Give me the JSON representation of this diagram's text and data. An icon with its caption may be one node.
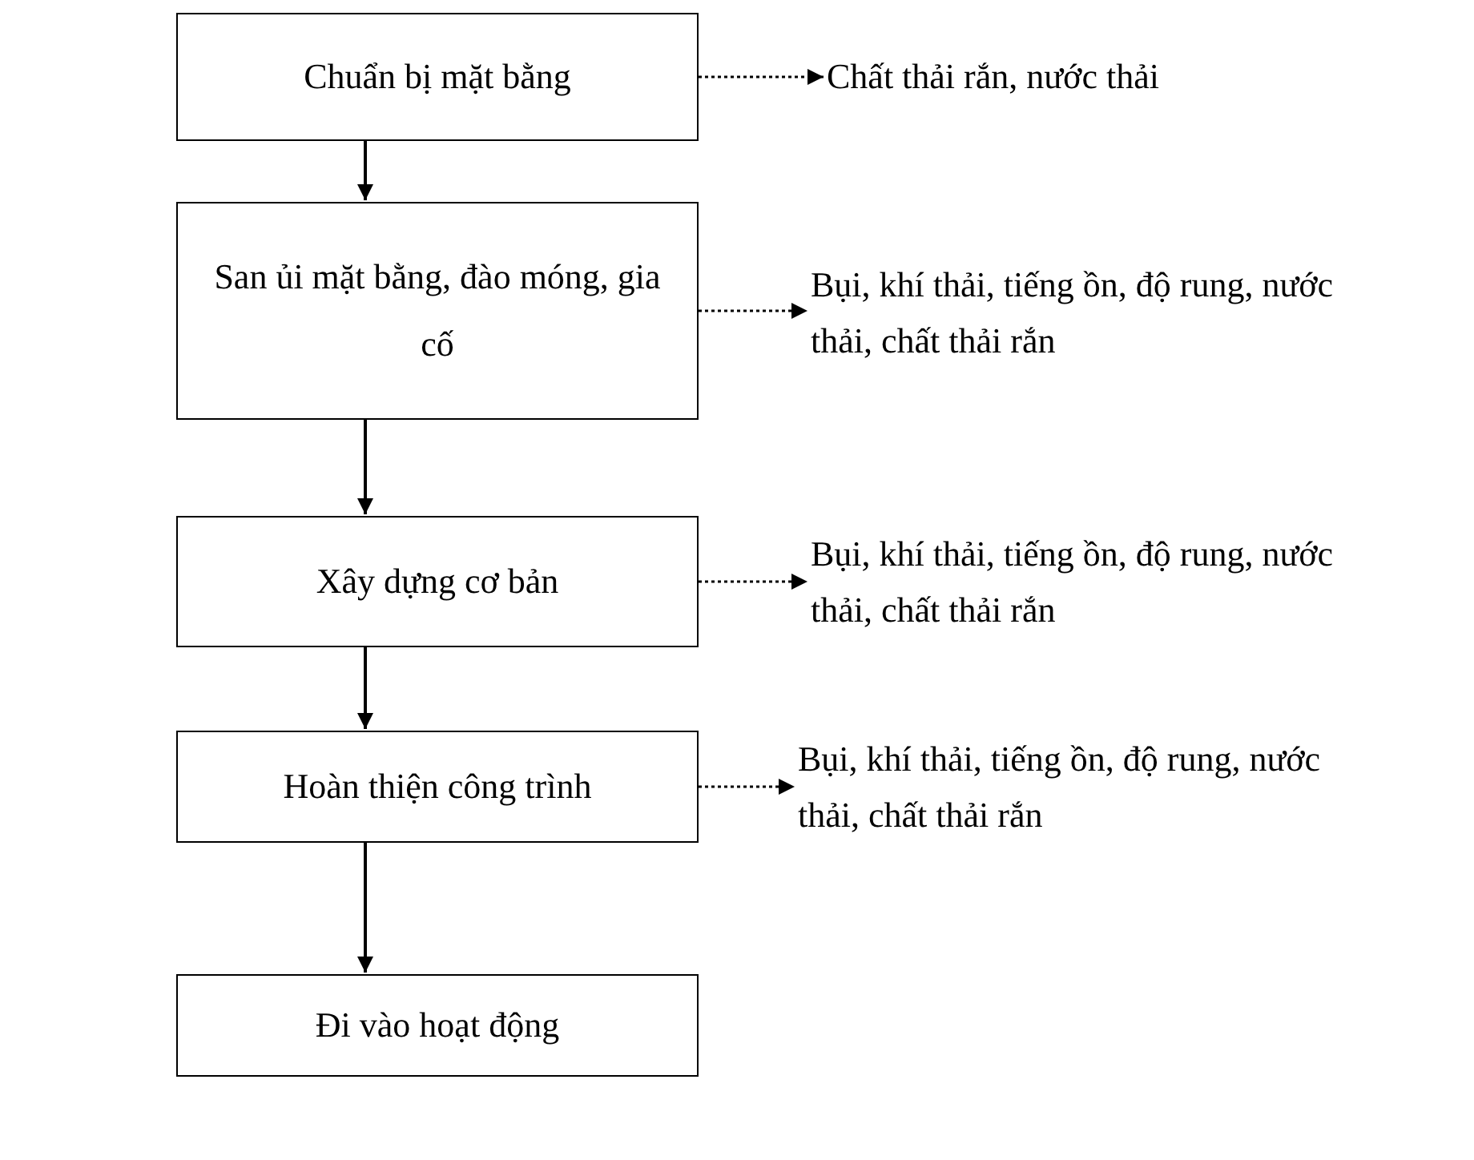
{
  "diagram": {
    "nodes": [
      {
        "text": [
          "Chuẩn bị mặt bằng"
        ]
      },
      {
        "text": [
          "Chất thải rắn, nước thải"
        ]
      },
      {
        "text": [
          "San ủi mặt bằng, đào móng, gia cố"
        ]
      },
      {
        "text": [
          "Bụi, khí thải, tiếng ồn, độ rung, nước thải, chất thải rắn"
        ]
      },
      {
        "text": [
          "Xây dựng cơ bản"
        ]
      },
      {
        "text": [
          "Bụi, khí thải, tiếng ồn, độ rung, nước thải, chất thải rắn"
        ]
      },
      {
        "text": [
          "Hoàn thiện công trình"
        ]
      },
      {
        "text": [
          "Bụi, khí thải, tiếng ồn, độ rung, nước thải, chất thải rắn"
        ]
      },
      {
        "text": [
          "Đi vào hoạt động"
        ]
      }
    ],
    "edges": [
      {
        "from": 0,
        "to": 1,
        "arrow": "to",
        "style": "dashed"
      },
      {
        "from": 0,
        "to": 2,
        "arrow": "to"
      },
      {
        "from": 2,
        "to": 3,
        "arrow": "to",
        "style": "dashed"
      },
      {
        "from": 2,
        "to": 4,
        "arrow": "to"
      },
      {
        "from": 4,
        "to": 5,
        "arrow": "to",
        "style": "dashed"
      },
      {
        "from": 4,
        "to": 6,
        "arrow": "to"
      },
      {
        "from": 6,
        "to": 7,
        "arrow": "to",
        "style": "dashed"
      },
      {
        "from": 6,
        "to": 8,
        "arrow": "to"
      }
    ]
  }
}
